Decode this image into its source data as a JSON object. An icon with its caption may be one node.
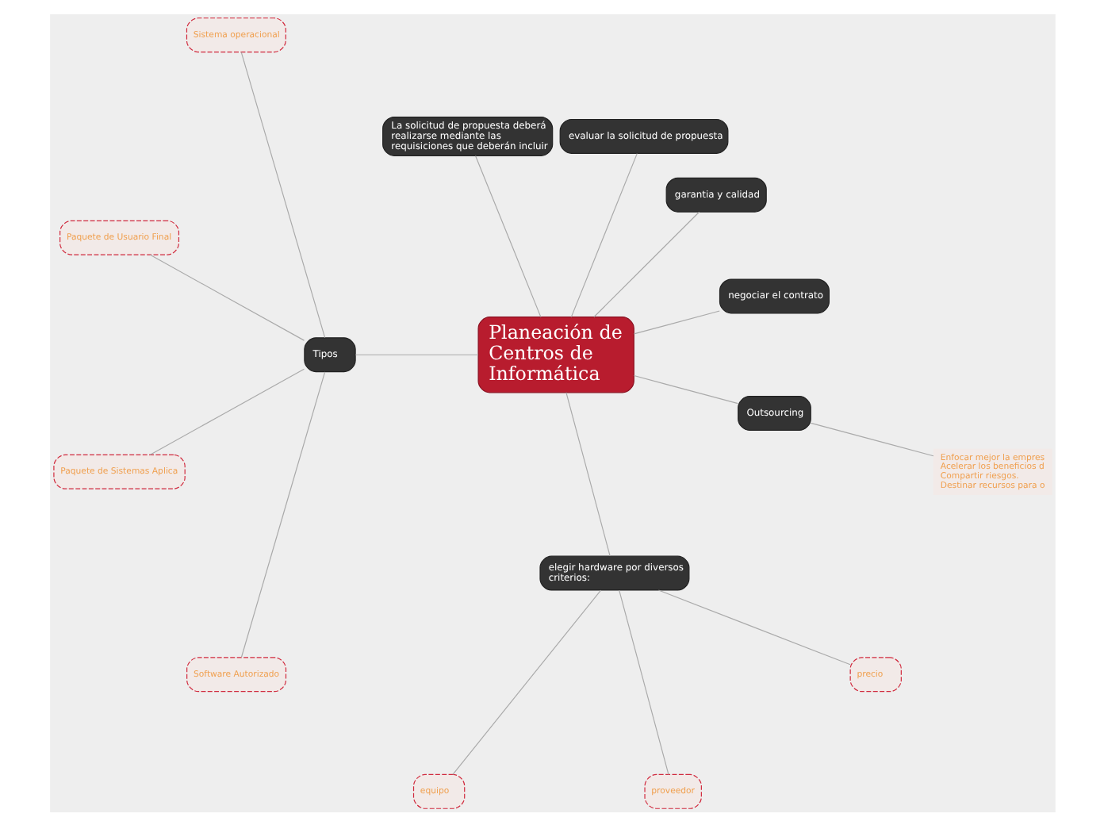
{
  "diagram": {
    "nodes": [
      {
        "text": [
          "Planeación de Centros de Informática"
        ]
      },
      {
        "text": [
          "negociar el contrato"
        ]
      },
      {
        "text": [
          "garantia y calidad"
        ]
      },
      {
        "text": [
          "evaluar la solicitud de propuesta"
        ]
      },
      {
        "text": [
          "La solicitud de propuesta deberá realizarse mediante las requisiciones que deberán incluir"
        ]
      },
      {
        "text": [
          "Tipos"
        ]
      },
      {
        "text": [
          "Sistema operacional"
        ]
      },
      {
        "text": [
          "Paquete de Usuario Final"
        ]
      },
      {
        "text": [
          "Paquete de Sistemas Aplica"
        ]
      },
      {
        "text": [
          "Software Autorizado"
        ]
      },
      {
        "text": [
          "elegir hardware por diversos criterios:"
        ]
      },
      {
        "text": [
          "equipo"
        ]
      },
      {
        "text": [
          "proveedor"
        ]
      },
      {
        "text": [
          "precio"
        ]
      },
      {
        "text": [
          "Outsourcing"
        ]
      },
      {
        "text": [
          "Enfocar mejor la empres Acelerar los beneficios d Compartir riesgos. Destinar recursos para o"
        ]
      }
    ],
    "edges": [
      {
        "from": 0,
        "to": 1,
        "arrow": "none"
      },
      {
        "from": 0,
        "to": 2,
        "arrow": "none"
      },
      {
        "from": 0,
        "to": 3,
        "arrow": "none"
      },
      {
        "from": 0,
        "to": 4,
        "arrow": "none"
      },
      {
        "from": 0,
        "to": 5,
        "arrow": "none"
      },
      {
        "from": 5,
        "to": 6,
        "arrow": "none"
      },
      {
        "from": 5,
        "to": 7,
        "arrow": "none"
      },
      {
        "from": 5,
        "to": 8,
        "arrow": "none"
      },
      {
        "from": 5,
        "to": 9,
        "arrow": "none"
      },
      {
        "from": 0,
        "to": 10,
        "arrow": "none"
      },
      {
        "from": 10,
        "to": 11,
        "arrow": "none"
      },
      {
        "from": 10,
        "to": 12,
        "arrow": "none"
      },
      {
        "from": 10,
        "to": 13,
        "arrow": "none"
      },
      {
        "from": 0,
        "to": 14,
        "arrow": "none"
      },
      {
        "from": 14,
        "to": 15,
        "arrow": "none"
      }
    ]
  }
}
